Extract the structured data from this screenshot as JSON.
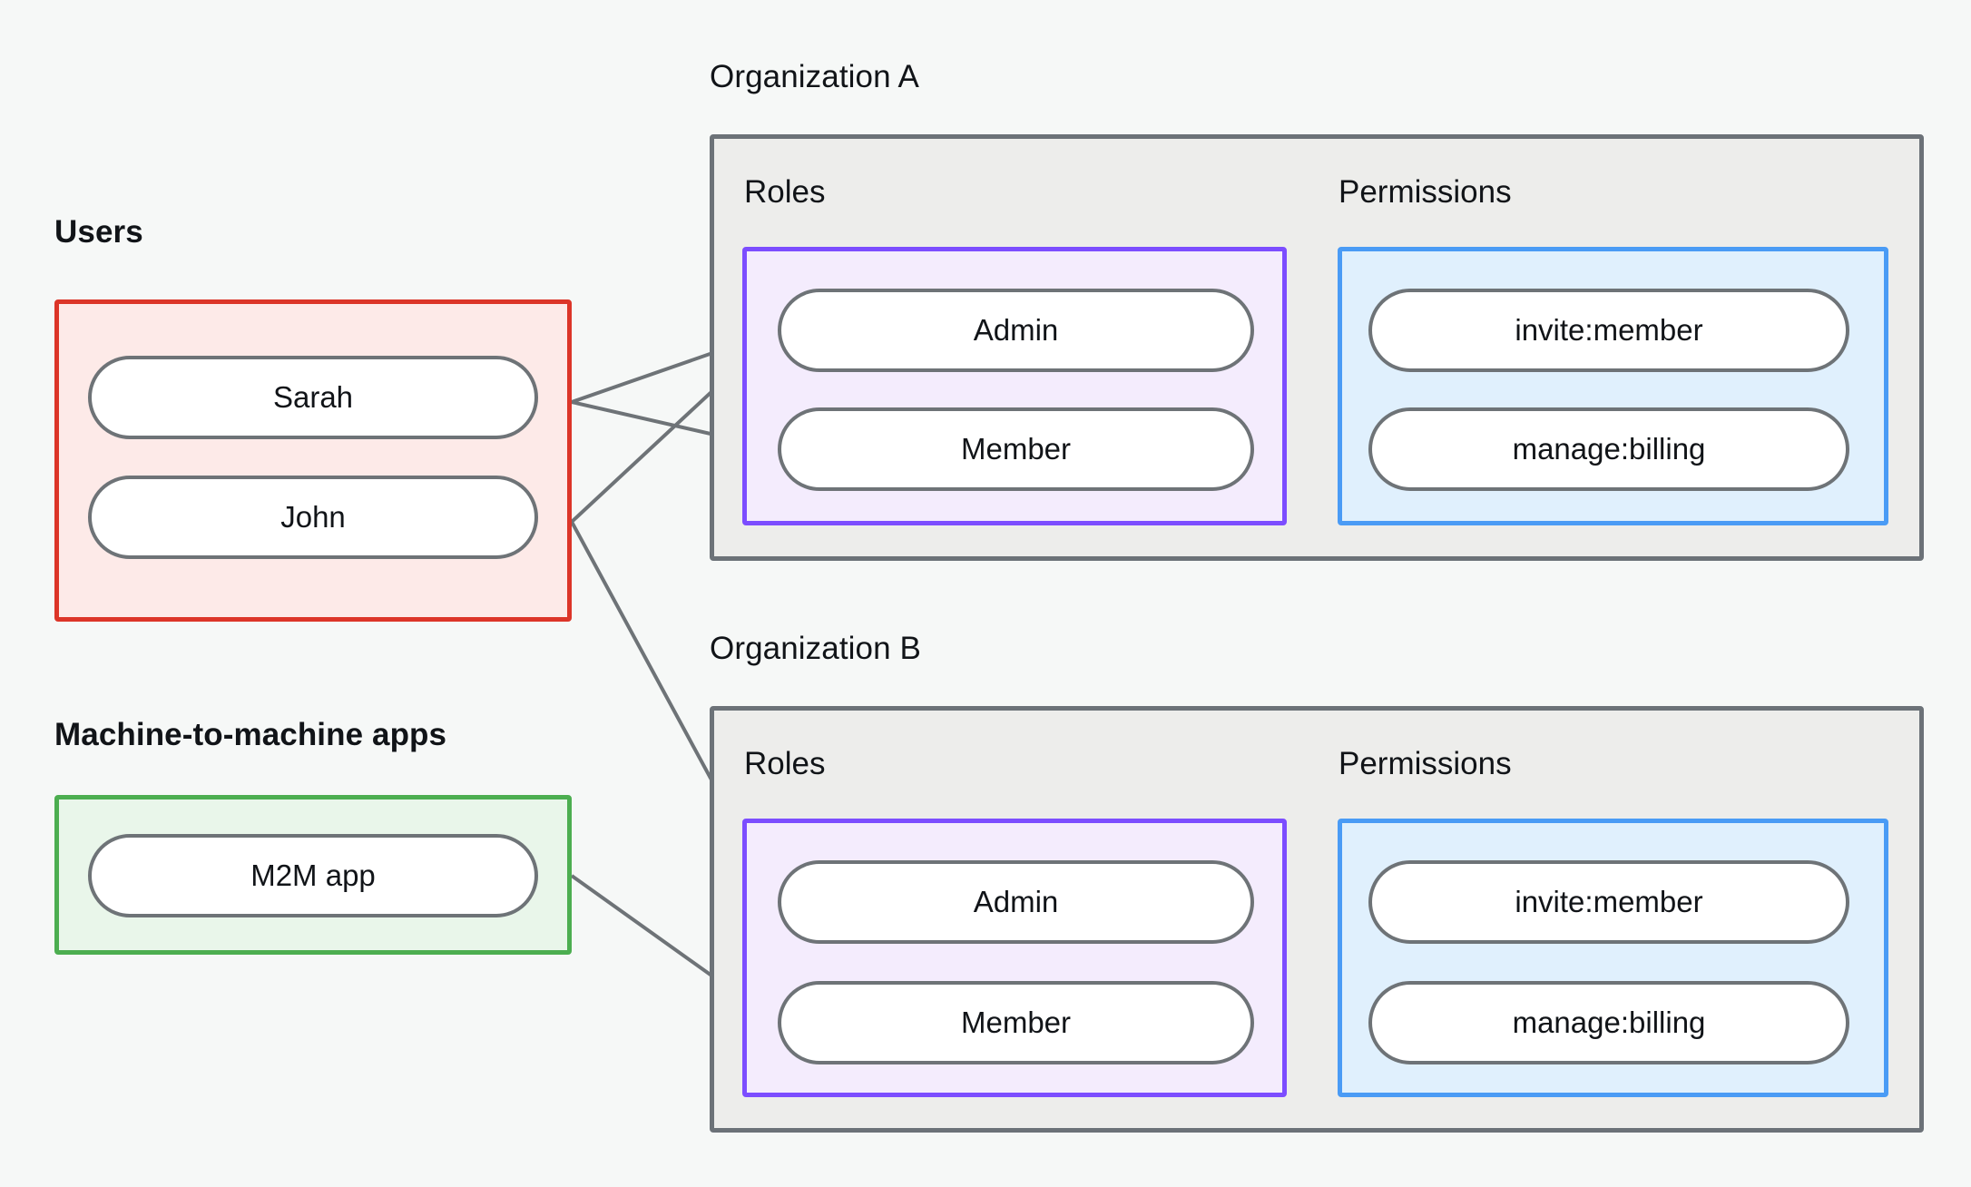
{
  "diagram": {
    "title_users": "Users",
    "title_m2m": "Machine-to-machine apps",
    "title_org_a": "Organization A",
    "title_org_b": "Organization B",
    "label_roles": "Roles",
    "label_permissions": "Permissions"
  },
  "colors": {
    "background": "#f6f8f7",
    "users_border": "#dc3528",
    "users_fill": "#fdeae8",
    "m2m_border": "#4cae50",
    "m2m_fill": "#e9f6ea",
    "org_border": "#6c7278",
    "org_fill": "#ededeb",
    "roles_border": "#7c4dff",
    "roles_fill": "#f4ecfd",
    "perms_border": "#4a9bf5",
    "perms_fill": "#e0f0fd",
    "node_border": "#6e7377",
    "node_fill": "#ffffff",
    "edge": "#6e7377",
    "text": "#111418"
  },
  "users": {
    "items": [
      {
        "label": "Sarah"
      },
      {
        "label": "John"
      }
    ]
  },
  "m2m": {
    "items": [
      {
        "label": "M2M app"
      }
    ]
  },
  "org_a": {
    "name": "Organization A",
    "roles_label": "Roles",
    "permissions_label": "Permissions",
    "roles": [
      {
        "label": "Admin"
      },
      {
        "label": "Member"
      }
    ],
    "permissions": [
      {
        "label": "invite:member"
      },
      {
        "label": "manage:billing"
      }
    ]
  },
  "org_b": {
    "name": "Organization B",
    "roles_label": "Roles",
    "permissions_label": "Permissions",
    "roles": [
      {
        "label": "Admin"
      },
      {
        "label": "Member"
      }
    ],
    "permissions": [
      {
        "label": "invite:member"
      },
      {
        "label": "manage:billing"
      }
    ]
  },
  "relationships": [
    {
      "from": "Sarah",
      "to": "Organization A / Admin"
    },
    {
      "from": "Sarah",
      "to": "Organization A / Member"
    },
    {
      "from": "John",
      "to": "Organization A / Member"
    },
    {
      "from": "John",
      "to": "Organization B / Admin"
    },
    {
      "from": "M2M app",
      "to": "Organization B / Member"
    },
    {
      "from": "Organization A / Admin",
      "to": "Organization A / invite:member"
    },
    {
      "from": "Organization A / Admin",
      "to": "Organization A / manage:billing"
    },
    {
      "from": "Organization A / Member",
      "to": "Organization A / manage:billing"
    },
    {
      "from": "Organization B / Admin",
      "to": "Organization B / invite:member"
    },
    {
      "from": "Organization B / Admin",
      "to": "Organization B / manage:billing"
    },
    {
      "from": "Organization B / Member",
      "to": "Organization B / manage:billing"
    }
  ]
}
